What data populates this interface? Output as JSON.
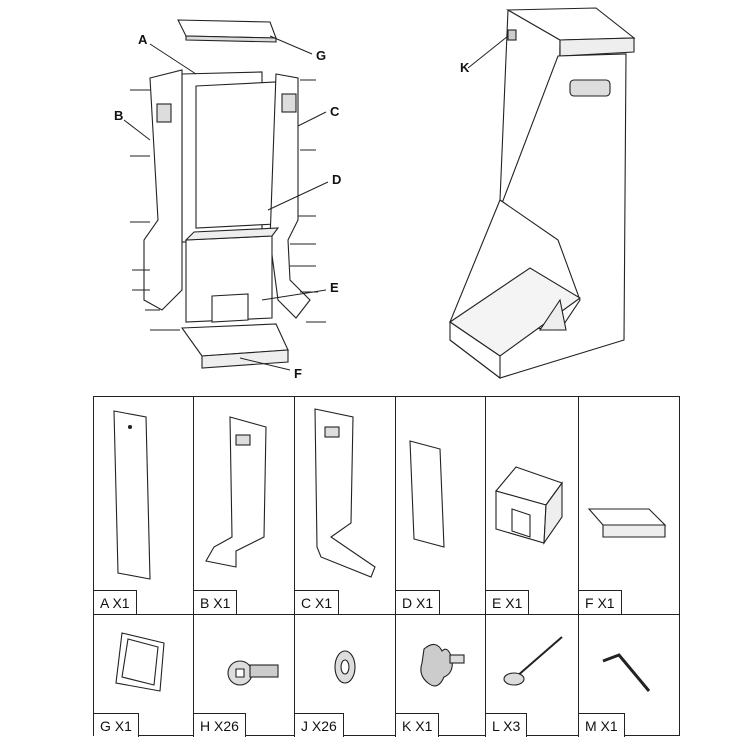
{
  "callouts": {
    "A": "A",
    "B": "B",
    "C": "C",
    "D": "D",
    "E": "E",
    "F": "F",
    "G": "G",
    "K": "K"
  },
  "parts": [
    {
      "letter": "A",
      "qty": "X1",
      "label": "A X1"
    },
    {
      "letter": "B",
      "qty": "X1",
      "label": "B X1"
    },
    {
      "letter": "C",
      "qty": "X1",
      "label": "C X1"
    },
    {
      "letter": "D",
      "qty": "X1",
      "label": "D X1"
    },
    {
      "letter": "E",
      "qty": "X1",
      "label": "E X1"
    },
    {
      "letter": "F",
      "qty": "X1",
      "label": "F X1"
    },
    {
      "letter": "G",
      "qty": "X1",
      "label": "G X1"
    },
    {
      "letter": "H",
      "qty": "X26",
      "label": "H X26"
    },
    {
      "letter": "J",
      "qty": "X26",
      "label": "J X26"
    },
    {
      "letter": "K",
      "qty": "X1",
      "label": "K X1"
    },
    {
      "letter": "L",
      "qty": "X3",
      "label": "L X3"
    },
    {
      "letter": "M",
      "qty": "X1",
      "label": "M X1"
    }
  ]
}
